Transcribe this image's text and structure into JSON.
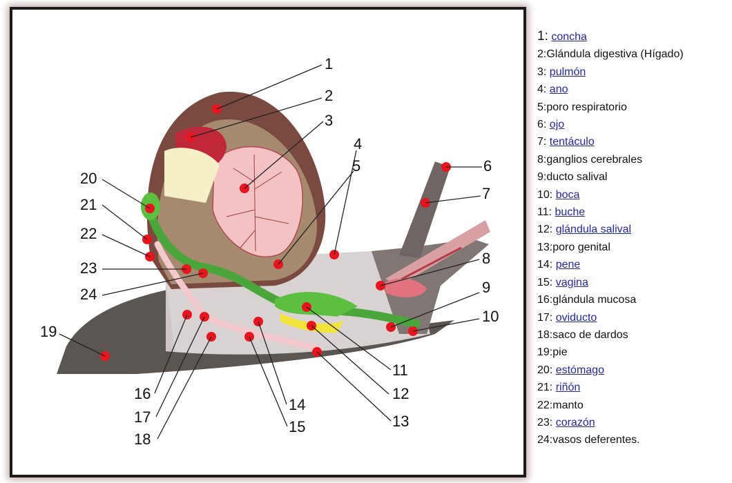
{
  "callouts": [
    "1",
    "2",
    "3",
    "4",
    "5",
    "6",
    "7",
    "8",
    "9",
    "10",
    "11",
    "12",
    "13",
    "14",
    "15",
    "16",
    "17",
    "18",
    "19",
    "20",
    "21",
    "22",
    "23",
    "24"
  ],
  "legend": [
    {
      "num": "1:",
      "name": "concha",
      "linked": true
    },
    {
      "num": "2:",
      "name": "Glándula digestiva (Hígado)",
      "linked": false
    },
    {
      "num": "3:",
      "name": "pulmón",
      "linked": true
    },
    {
      "num": "4:",
      "name": "ano",
      "linked": true
    },
    {
      "num": "5:",
      "name": "poro respiratorio",
      "linked": false
    },
    {
      "num": "6:",
      "name": "ojo",
      "linked": true
    },
    {
      "num": "7:",
      "name": "tentáculo",
      "linked": true
    },
    {
      "num": "8:",
      "name": "ganglios cerebrales",
      "linked": false
    },
    {
      "num": "9:",
      "name": "ducto salival",
      "linked": false
    },
    {
      "num": "10:",
      "name": "boca",
      "linked": true
    },
    {
      "num": "11:",
      "name": "buche",
      "linked": true
    },
    {
      "num": "12:",
      "name": "glándula salival",
      "linked": true
    },
    {
      "num": "13:",
      "name": "poro genital",
      "linked": false
    },
    {
      "num": "14:",
      "name": "pene",
      "linked": true
    },
    {
      "num": "15:",
      "name": "vagina",
      "linked": true
    },
    {
      "num": "16:",
      "name": "glándula mucosa",
      "linked": false
    },
    {
      "num": "17:",
      "name": "oviducto",
      "linked": true
    },
    {
      "num": "18:",
      "name": "saco de dardos",
      "linked": false
    },
    {
      "num": "19:",
      "name": "pie",
      "linked": false
    },
    {
      "num": "20:",
      "name": "estómago",
      "linked": true
    },
    {
      "num": "21:",
      "name": "riñón",
      "linked": true
    },
    {
      "num": "22:",
      "name": "manto",
      "linked": false
    },
    {
      "num": "23:",
      "name": "corazón",
      "linked": true
    },
    {
      "num": "24:",
      "name": "vasos deferentes.",
      "linked": false
    }
  ],
  "colors": {
    "link": "#2326a8",
    "marker": "#e8141e",
    "frame": "#1b1b1b",
    "glow": "#8a4a4a"
  }
}
